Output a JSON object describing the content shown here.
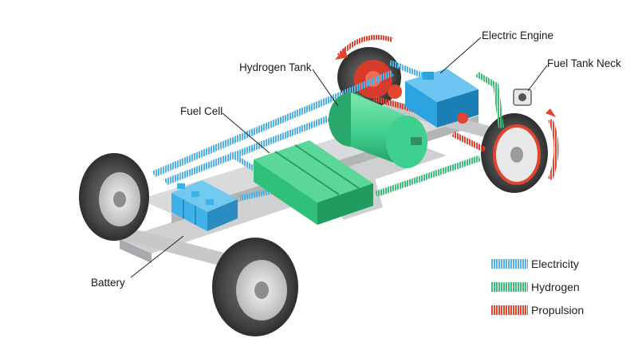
{
  "components": {
    "electric_engine": "Electric Engine",
    "fuel_tank_neck": "Fuel Tank Neck",
    "hydrogen_tank": "Hydrogen Tank",
    "fuel_cell": "Fuel Cell",
    "battery": "Battery"
  },
  "legend": [
    {
      "label": "Electricity",
      "color": "#4fb3e6"
    },
    {
      "label": "Hydrogen",
      "color": "#3fbf7a"
    },
    {
      "label": "Propulsion",
      "color": "#e2442f"
    }
  ],
  "colors": {
    "battery_body": "#3db1e8",
    "fuel_cell_body": "#2fc07a",
    "hydrogen_tank_body": "#3fcf8e",
    "electric_engine_body": "#2aa3e0",
    "chassis": "#d9dadc",
    "tire": "#4a4a4a"
  }
}
